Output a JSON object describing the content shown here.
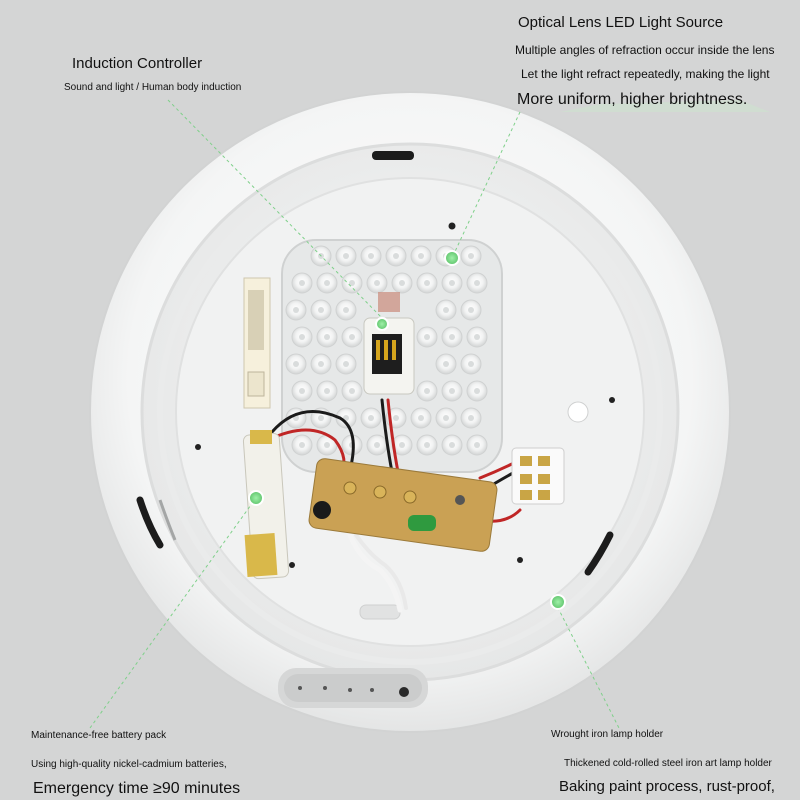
{
  "callouts": {
    "lens": {
      "title": "Optical Lens LED Light Source",
      "line1": "Multiple angles of refraction occur inside the lens",
      "line2": "Let the light refract repeatedly, making the light",
      "line3": "More uniform, higher brightness."
    },
    "controller": {
      "title": "Induction Controller",
      "line1": "Sound and light / Human body induction"
    },
    "battery": {
      "title": "Maintenance-free battery pack",
      "line1": "Using high-quality nickel-cadmium batteries,",
      "line2": "Emergency time ≥90 minutes"
    },
    "holder": {
      "title": "Wrought iron lamp holder",
      "line1": "Thickened cold-rolled steel iron art lamp holder",
      "line2": "Baking paint process, rust-proof,"
    }
  },
  "colors": {
    "background": "#d4d5d5",
    "marker": "#6fd07a",
    "leader": "#7fd08a",
    "housing": "#f2f3f3"
  }
}
